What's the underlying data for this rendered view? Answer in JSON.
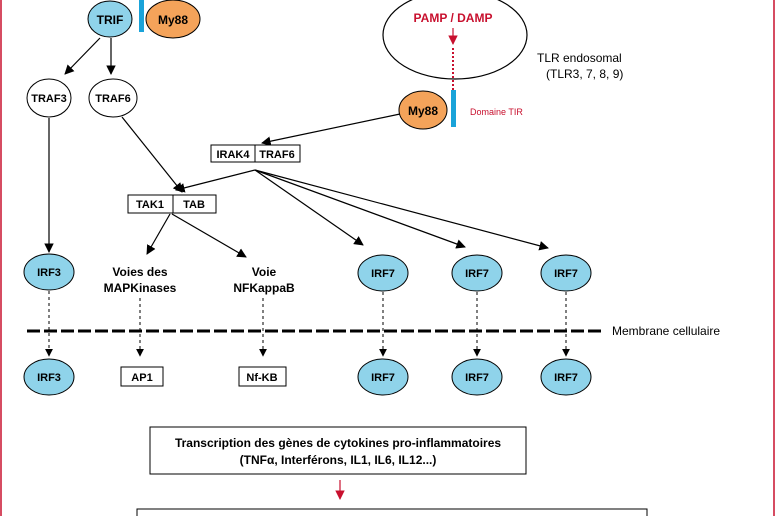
{
  "nodes": {
    "trif": "TRIF",
    "my88_top": "My88",
    "traf3": "TRAF3",
    "traf6": "TRAF6",
    "pamp": "PAMP / DAMP",
    "tlr_title": "TLR endosomal",
    "tlr_sub": "(TLR3, 7, 8, 9)",
    "my88_right": "My88",
    "domaine_tir": "Domaine TIR",
    "irak4": "IRAK4",
    "traf6_box": "TRAF6",
    "tak1": "TAK1",
    "tab": "TAB",
    "irf3_up": "IRF3",
    "mapk_line1": "Voies des",
    "mapk_line2": "MAPKinases",
    "nfk_line1": "Voie",
    "nfk_line2": "NFKappaB",
    "irf7_up_1": "IRF7",
    "irf7_up_2": "IRF7",
    "irf7_up_3": "IRF7",
    "membrane": "Membrane cellulaire",
    "irf3_down": "IRF3",
    "ap1": "AP1",
    "nfkb": "Nf-KB",
    "irf7_down_1": "IRF7",
    "irf7_down_2": "IRF7",
    "irf7_down_3": "IRF7",
    "transcription_line1": "Transcription des gènes de cytokines pro-inflammatoires",
    "transcription_line2": "(TNFα, Interférons, IL1, IL6, IL12...)"
  },
  "colors": {
    "frame": "#c8102e",
    "light_blue": "#8fd3ea",
    "orange": "#f4a35a",
    "tir_bar": "#1aa3d9",
    "red_text": "#c8102e"
  }
}
